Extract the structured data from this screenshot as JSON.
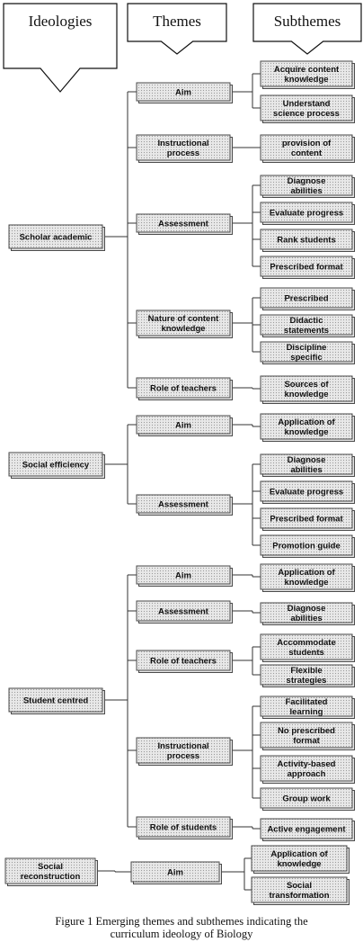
{
  "headers": [
    "Ideologies",
    "Themes",
    "Subthemes"
  ],
  "ideologies": [
    {
      "label": "Scholar academic",
      "themes": [
        {
          "label": "Aim",
          "subthemes": [
            "Acquire content knowledge",
            "Understand science process"
          ]
        },
        {
          "label": "Instructional process",
          "subthemes": [
            "provision of content"
          ]
        },
        {
          "label": "Assessment",
          "subthemes": [
            "Diagnose abilities",
            "Evaluate progress",
            "Rank students",
            "Prescribed format"
          ]
        },
        {
          "label": "Nature of content knowledge",
          "subthemes": [
            "Prescribed",
            "Didactic statements",
            "Discipline specific"
          ]
        },
        {
          "label": "Role of teachers",
          "subthemes": [
            "Sources of knowledge"
          ]
        }
      ]
    },
    {
      "label": "Social efficiency",
      "themes": [
        {
          "label": "Aim",
          "subthemes": [
            "Application of knowledge"
          ]
        },
        {
          "label": "Assessment",
          "subthemes": [
            "Diagnose abilities",
            "Evaluate progress",
            "Prescribed format",
            "Promotion guide"
          ]
        }
      ]
    },
    {
      "label": "Student centred",
      "themes": [
        {
          "label": "Aim",
          "subthemes": [
            "Application of knowledge"
          ]
        },
        {
          "label": "Assessment",
          "subthemes": [
            "Diagnose abilities"
          ]
        },
        {
          "label": "Role of teachers",
          "subthemes": [
            "Accommodate students",
            "Flexible strategies"
          ]
        },
        {
          "label": "Instructional process",
          "subthemes": [
            "Facilitated learning",
            "No prescribed format",
            "Activity-based approach",
            "Group work"
          ]
        },
        {
          "label": "Role of students",
          "subthemes": [
            "Active engagement"
          ]
        }
      ]
    },
    {
      "label": "Social reconstruction",
      "themes": [
        {
          "label": "Aim",
          "subthemes": [
            "Application of knowledge",
            "Social transformation"
          ]
        }
      ]
    }
  ],
  "caption": {
    "line1": "Figure 1  Emerging themes and subthemes indicating the",
    "line2": "curriculum ideology of Biology"
  }
}
